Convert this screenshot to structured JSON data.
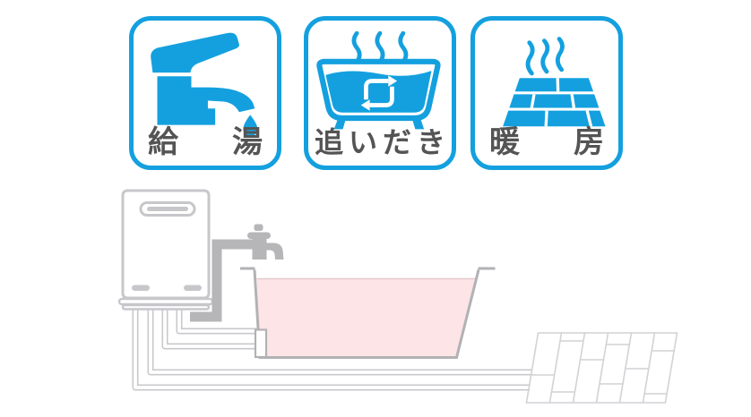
{
  "badges": [
    {
      "label": "給湯",
      "icon": "faucet-hot-water-icon"
    },
    {
      "label": "追いだき",
      "icon": "bathtub-reheat-icon"
    },
    {
      "label": "暖房",
      "icon": "floor-heating-icon"
    }
  ],
  "diagram": {
    "components": [
      "water-heater-unit",
      "faucet",
      "bathtub-with-hot-water",
      "floor-heating-panel",
      "supply-pipes"
    ]
  },
  "colors": {
    "accent_blue": "#14a0df",
    "label_gray": "#545454",
    "unit_gray": "#c7c7cb",
    "fixture_gray": "#b6b6b9",
    "pipe_gray": "#c9c9cc",
    "tub_gray": "#b2b2b5",
    "water_pink": "#fce4e7",
    "water_pink_edge": "#e6cace",
    "floor_gray": "#d2d2d5",
    "background": "#ffffff"
  }
}
